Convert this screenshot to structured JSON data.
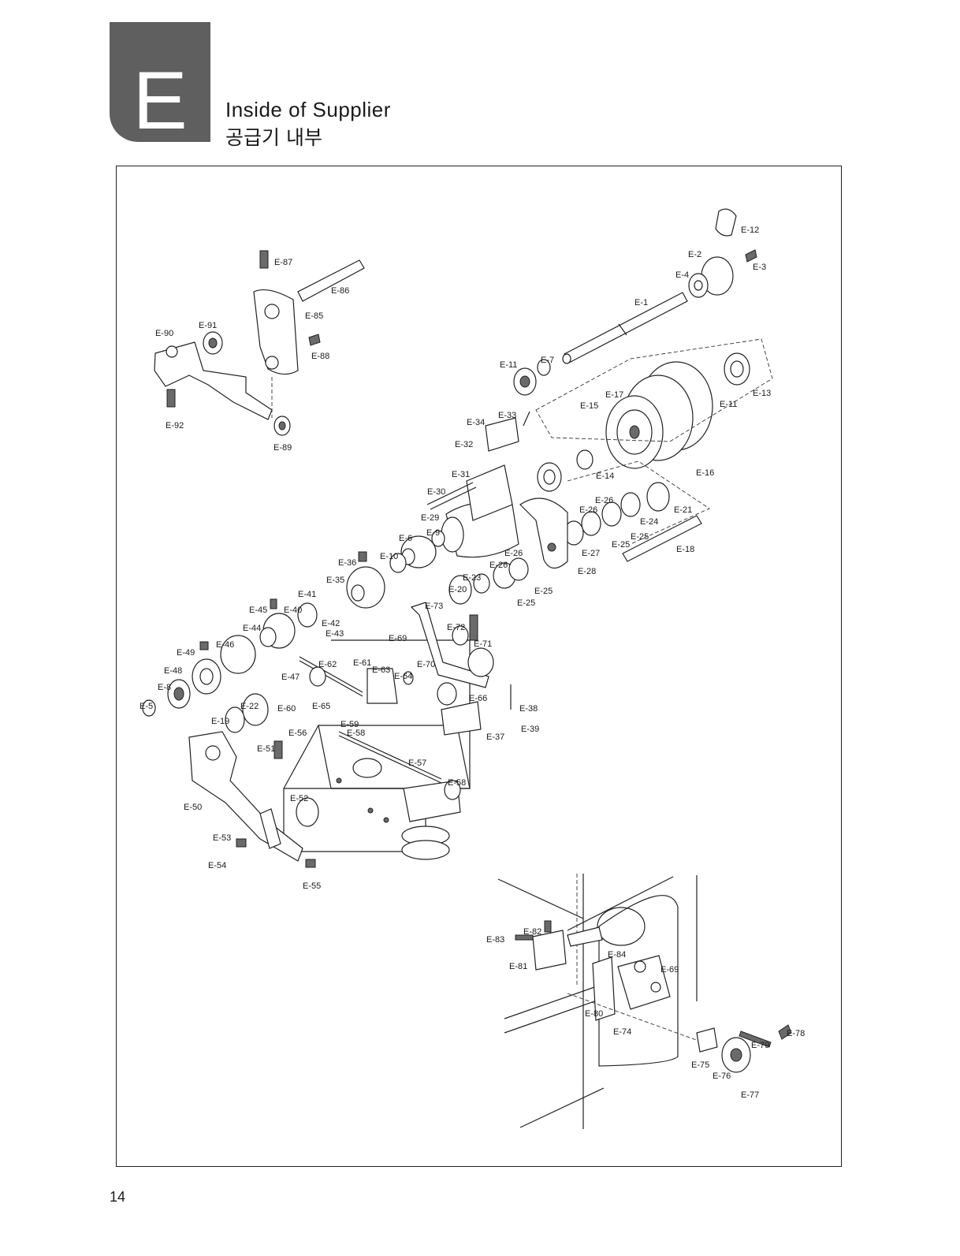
{
  "section": {
    "letter": "E",
    "title_en": "Inside of Supplier",
    "title_ko": "공급기 내부"
  },
  "page_number": "14",
  "callouts": [
    {
      "id": "e12",
      "text": "E-12"
    },
    {
      "id": "e2",
      "text": "E-2"
    },
    {
      "id": "e3",
      "text": "E-3"
    },
    {
      "id": "e4",
      "text": "E-4"
    },
    {
      "id": "e1",
      "text": "E-1"
    },
    {
      "id": "e87",
      "text": "E-87"
    },
    {
      "id": "e86",
      "text": "E-86"
    },
    {
      "id": "e85",
      "text": "E-85"
    },
    {
      "id": "e88",
      "text": "E-88"
    },
    {
      "id": "e90",
      "text": "E-90"
    },
    {
      "id": "e91",
      "text": "E-91"
    },
    {
      "id": "e92",
      "text": "E-92"
    },
    {
      "id": "e89",
      "text": "E-89"
    },
    {
      "id": "e11a",
      "text": "E-11"
    },
    {
      "id": "e7",
      "text": "E-7"
    },
    {
      "id": "e13",
      "text": "E-13"
    },
    {
      "id": "e11b",
      "text": "E-11"
    },
    {
      "id": "e17",
      "text": "E-17"
    },
    {
      "id": "e15",
      "text": "E-15"
    },
    {
      "id": "e33",
      "text": "E-33"
    },
    {
      "id": "e34",
      "text": "E-34"
    },
    {
      "id": "e32",
      "text": "E-32"
    },
    {
      "id": "e31",
      "text": "E-31"
    },
    {
      "id": "e14",
      "text": "E-14"
    },
    {
      "id": "e16",
      "text": "E-16"
    },
    {
      "id": "e30",
      "text": "E-30"
    },
    {
      "id": "e26a",
      "text": "E-26"
    },
    {
      "id": "e26b",
      "text": "E-26"
    },
    {
      "id": "e21",
      "text": "E-21"
    },
    {
      "id": "e24",
      "text": "E-24"
    },
    {
      "id": "e29",
      "text": "E-29"
    },
    {
      "id": "e9",
      "text": "E-9"
    },
    {
      "id": "e6",
      "text": "E-6"
    },
    {
      "id": "e25a",
      "text": "E-25"
    },
    {
      "id": "e25b",
      "text": "E-25"
    },
    {
      "id": "e18",
      "text": "E-18"
    },
    {
      "id": "e27",
      "text": "E-27"
    },
    {
      "id": "e10",
      "text": "E-10"
    },
    {
      "id": "e26c",
      "text": "E-26"
    },
    {
      "id": "e36",
      "text": "E-36"
    },
    {
      "id": "e26d",
      "text": "E-26"
    },
    {
      "id": "e28",
      "text": "E-28"
    },
    {
      "id": "e23",
      "text": "E-23"
    },
    {
      "id": "e35",
      "text": "E-35"
    },
    {
      "id": "e20",
      "text": "E-20"
    },
    {
      "id": "e25c",
      "text": "E-25"
    },
    {
      "id": "e25d",
      "text": "E-25"
    },
    {
      "id": "e41",
      "text": "E-41"
    },
    {
      "id": "e73",
      "text": "E-73"
    },
    {
      "id": "e45",
      "text": "E-45"
    },
    {
      "id": "e40",
      "text": "E-40"
    },
    {
      "id": "e72",
      "text": "E-72"
    },
    {
      "id": "e44",
      "text": "E-44"
    },
    {
      "id": "e42",
      "text": "E-42"
    },
    {
      "id": "e43",
      "text": "E-43"
    },
    {
      "id": "e69a",
      "text": "E-69"
    },
    {
      "id": "e71",
      "text": "E-71"
    },
    {
      "id": "e49",
      "text": "E-49"
    },
    {
      "id": "e46",
      "text": "E-46"
    },
    {
      "id": "e62",
      "text": "E-62"
    },
    {
      "id": "e61",
      "text": "E-61"
    },
    {
      "id": "e70",
      "text": "E-70"
    },
    {
      "id": "e48",
      "text": "E-48"
    },
    {
      "id": "e63",
      "text": "E-63"
    },
    {
      "id": "e64",
      "text": "E-64"
    },
    {
      "id": "e47",
      "text": "E-47"
    },
    {
      "id": "e8",
      "text": "E-8"
    },
    {
      "id": "e66",
      "text": "E-66"
    },
    {
      "id": "e5",
      "text": "E-5"
    },
    {
      "id": "e22",
      "text": "E-22"
    },
    {
      "id": "e60",
      "text": "E-60"
    },
    {
      "id": "e65",
      "text": "E-65"
    },
    {
      "id": "e38",
      "text": "E-38"
    },
    {
      "id": "e19",
      "text": "E-19"
    },
    {
      "id": "e59",
      "text": "E-59"
    },
    {
      "id": "e56",
      "text": "E-56"
    },
    {
      "id": "e58a",
      "text": "E-58"
    },
    {
      "id": "e39",
      "text": "E-39"
    },
    {
      "id": "e37",
      "text": "E-37"
    },
    {
      "id": "e51",
      "text": "E-51"
    },
    {
      "id": "e57",
      "text": "E-57"
    },
    {
      "id": "e58b",
      "text": "E-58"
    },
    {
      "id": "e52",
      "text": "E-52"
    },
    {
      "id": "e50",
      "text": "E-50"
    },
    {
      "id": "e53",
      "text": "E-53"
    },
    {
      "id": "e54",
      "text": "E-54"
    },
    {
      "id": "e55",
      "text": "E-55"
    },
    {
      "id": "e82",
      "text": "E-82"
    },
    {
      "id": "e83",
      "text": "E-83"
    },
    {
      "id": "e84",
      "text": "E-84"
    },
    {
      "id": "e81",
      "text": "E-81"
    },
    {
      "id": "e69b",
      "text": "E-69"
    },
    {
      "id": "e80",
      "text": "E-80"
    },
    {
      "id": "e74",
      "text": "E-74"
    },
    {
      "id": "e78",
      "text": "E-78"
    },
    {
      "id": "e79",
      "text": "E-79"
    },
    {
      "id": "e75",
      "text": "E-75"
    },
    {
      "id": "e76",
      "text": "E-76"
    },
    {
      "id": "e77",
      "text": "E-77"
    }
  ]
}
